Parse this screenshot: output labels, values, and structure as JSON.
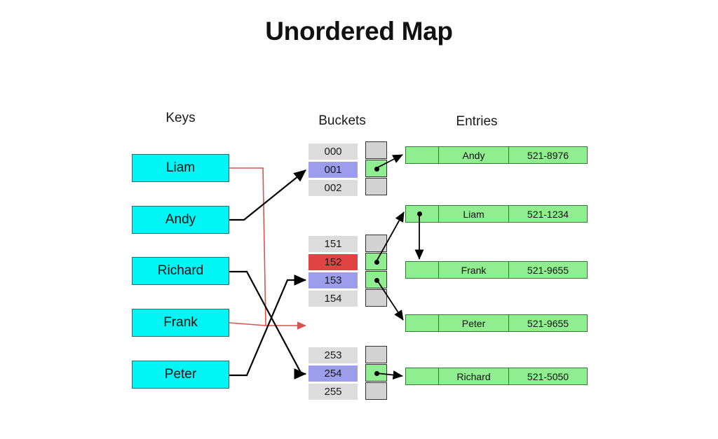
{
  "title": "Unordered Map",
  "columns": {
    "keys_label": "Keys",
    "buckets_label": "Buckets",
    "entries_label": "Entries"
  },
  "colors": {
    "key_fill": "#00f5f5",
    "bucket_default": "#dcdcdc",
    "bucket_selected_blue": "#9d9dee",
    "bucket_selected_red": "#e04343",
    "slot_empty": "#d3d3d3",
    "slot_filled": "#90ee90",
    "entry_fill": "#90ee90",
    "wire_black": "#000000",
    "wire_red": "#d9534f"
  },
  "keys": [
    {
      "label": "Liam",
      "wire_color": "red",
      "target_bucket": "152"
    },
    {
      "label": "Andy",
      "wire_color": "black",
      "target_bucket": "001"
    },
    {
      "label": "Richard",
      "wire_color": "black",
      "target_bucket": "254"
    },
    {
      "label": "Frank",
      "wire_color": "red",
      "target_bucket": "152"
    },
    {
      "label": "Peter",
      "wire_color": "black",
      "target_bucket": "153"
    }
  ],
  "bucket_groups": [
    {
      "rows": [
        {
          "index": "000",
          "state": "empty",
          "slot": "empty"
        },
        {
          "index": "001",
          "state": "selected-blue",
          "slot": "filled"
        },
        {
          "index": "002",
          "state": "empty",
          "slot": "empty"
        }
      ]
    },
    {
      "rows": [
        {
          "index": "151",
          "state": "empty",
          "slot": "empty"
        },
        {
          "index": "152",
          "state": "selected-red",
          "slot": "filled"
        },
        {
          "index": "153",
          "state": "selected-blue",
          "slot": "filled"
        },
        {
          "index": "154",
          "state": "empty",
          "slot": "empty"
        }
      ]
    },
    {
      "rows": [
        {
          "index": "253",
          "state": "empty",
          "slot": "empty"
        },
        {
          "index": "254",
          "state": "selected-blue",
          "slot": "filled"
        },
        {
          "index": "255",
          "state": "empty",
          "slot": "empty"
        }
      ]
    }
  ],
  "entries": [
    {
      "name": "Andy",
      "phone": "521-8976",
      "has_next_pointer": false
    },
    {
      "name": "Liam",
      "phone": "521-1234",
      "has_next_pointer": true
    },
    {
      "name": "Frank",
      "phone": "521-9655",
      "has_next_pointer": false
    },
    {
      "name": "Peter",
      "phone": "521-9655",
      "has_next_pointer": false
    },
    {
      "name": "Richard",
      "phone": "521-5050",
      "has_next_pointer": false
    }
  ]
}
